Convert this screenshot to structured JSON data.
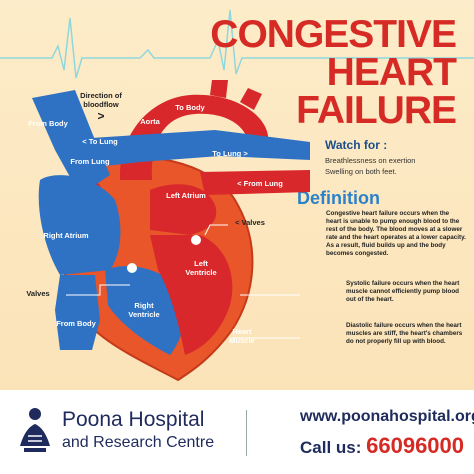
{
  "title": {
    "line1": "CONGESTIVE",
    "line2": "HEART",
    "line3": "FAILURE"
  },
  "watch": {
    "heading": "Watch for :",
    "items": [
      "Breathlessness on exertion",
      "Swelling on both feet."
    ]
  },
  "definition": {
    "heading": "Definition",
    "text": "Congestive heart failure occurs when the heart is unable to pump enough blood to the rest of the body. The blood moves at a slower rate and the heart operates at a lower capacity. As a result, fluid builds up and the body becomes congested.",
    "systolic": "Systolic failure occurs when the heart muscle cannot efficiently pump blood out of the heart.",
    "diastolic": "Diastolic failure occurs when the heart muscles are stiff, the heart's chambers do not properly fill up with blood."
  },
  "diagram_labels": {
    "direction": "Direction of bloodflow",
    "direction_arrow": ">",
    "to_body": "To Body",
    "aorta": "Aorta",
    "from_body_top": "From Body",
    "to_lung_left": "< To Lung",
    "to_lung_right": "To Lung >",
    "from_lung_left": "From Lung",
    "from_lung_right": "< From Lung",
    "left_atrium": "Left Atrium",
    "valves_right": "< Valves",
    "right_atrium": "Right Atrium",
    "left_ventricle": "Left Ventricle",
    "valves_left": "Valves",
    "right_ventricle": "Right Ventricle",
    "from_body_bottom": "From Body",
    "heart_muscle": "Heart Muscle"
  },
  "footer": {
    "hospital_name": "Poona Hospital",
    "hospital_sub": "and Research Centre",
    "website": "www.poonahospital.org",
    "call_label": "Call us: ",
    "phone": "66096000"
  },
  "colors": {
    "title_red": "#d62a25",
    "blood_blue": "#2f72c4",
    "blood_red": "#d8282b",
    "heart_orange": "#e8562a",
    "pulse_line": "#7fd3dc"
  }
}
